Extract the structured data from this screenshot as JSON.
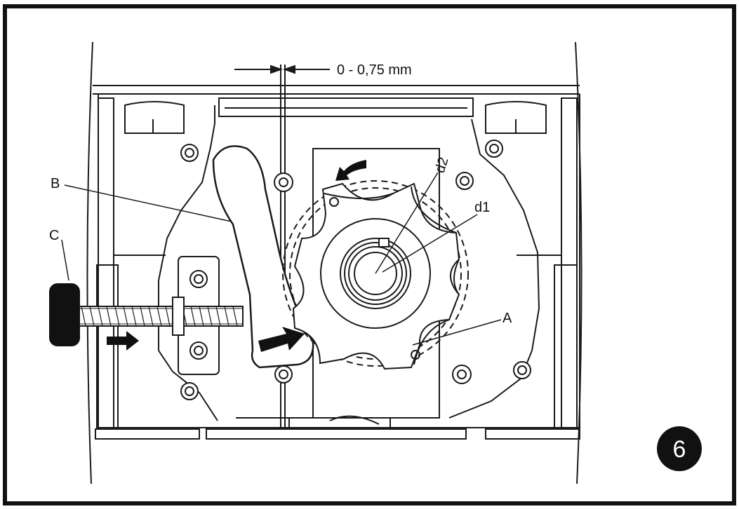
{
  "dimension_label": "0 - 0,75 mm",
  "labels": {
    "a": "A",
    "b": "B",
    "c": "C",
    "d1": "d1",
    "d2": "d2"
  },
  "step_number": "6",
  "colors": {
    "line": "#1a1a1a",
    "badge": "#111111",
    "frame": "#111111"
  }
}
